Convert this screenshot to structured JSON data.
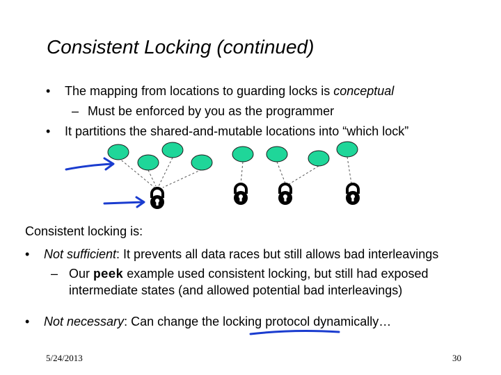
{
  "slide": {
    "title": "Consistent Locking (continued)",
    "bullets_top": [
      {
        "pre": "The mapping from locations to guarding locks is ",
        "em": "conceptual"
      },
      {
        "sub": "Must be enforced by you as the programmer"
      },
      {
        "pre": "It partitions the shared-and-mutable locations into “which lock”"
      }
    ],
    "intro": "Consistent locking is:",
    "bullets_bottom": [
      {
        "em": "Not sufficient",
        "post": ": It prevents all data races but still allows bad interleavings"
      },
      {
        "sub_pre": "Our ",
        "code": "peek",
        "sub_post": " example used consistent locking, but still had exposed",
        "sub_line2": "intermediate states (and allowed potential bad interleavings)"
      },
      {
        "em": "Not necessary",
        "post": ": Can change the locking protocol dynamically…"
      }
    ],
    "bullet_symbol": "•",
    "dash_symbol": "–",
    "footer_date": "5/24/2013",
    "page_number": "30"
  },
  "diagram": {
    "node_color": "#1fd699",
    "lock_color": "#000000",
    "annotation_color": "#1a3ccf",
    "icons": [
      "location-node",
      "padlock-icon",
      "hand-drawn-arrow",
      "hand-drawn-underline"
    ]
  }
}
